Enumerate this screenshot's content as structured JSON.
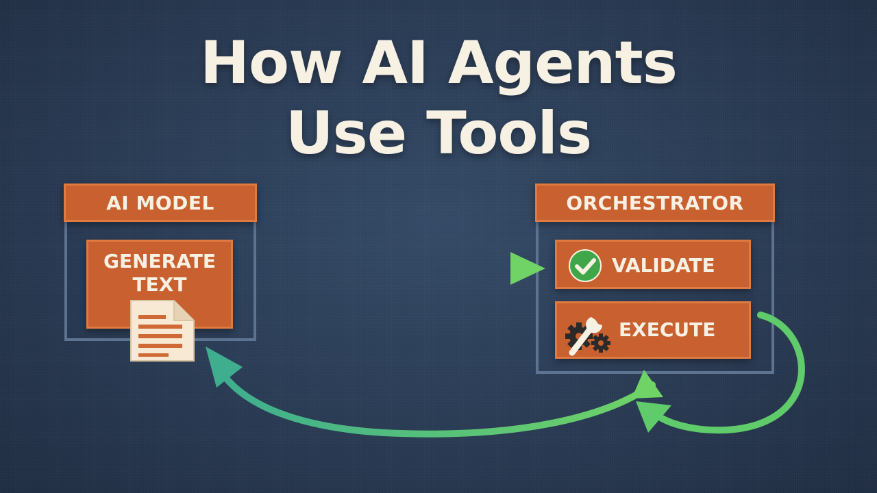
{
  "title": {
    "line1": "How AI Agents",
    "line2": "Use Tools"
  },
  "ai_model": {
    "header": "AI MODEL",
    "generate_line1": "GENERATE",
    "generate_line2": "TEXT",
    "doc_icon": "document-icon"
  },
  "orchestrator": {
    "header": "ORCHESTRATOR",
    "validate_label": "VALIDATE",
    "validate_icon": "check-circle-icon",
    "execute_label": "EXECUTE",
    "execute_icon": "wrench-gear-icon"
  },
  "colors": {
    "background": "#2b3d57",
    "box": "#c9602f",
    "frame": "#5d7390",
    "arrow": "#5fcb6a",
    "check": "#3fa64a",
    "text": "#f7f1e4"
  }
}
